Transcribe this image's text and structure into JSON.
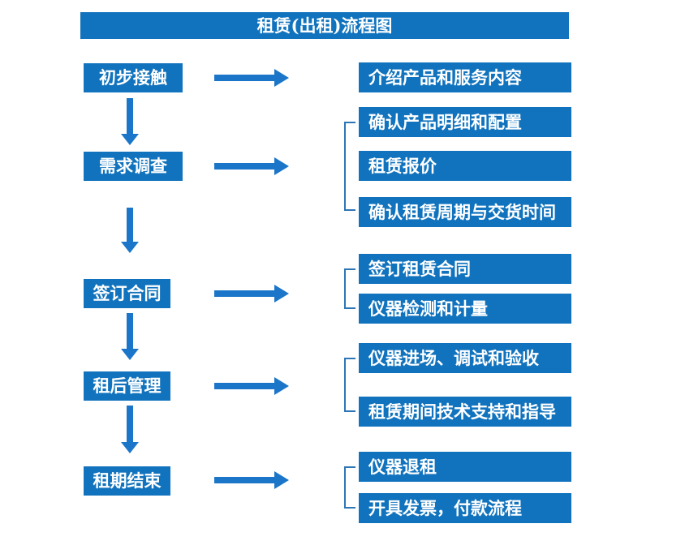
{
  "title": "租赁(出租)流程图",
  "flow": {
    "groups": [
      {
        "step": "初步接触",
        "items": [
          "介绍产品和服务内容"
        ]
      },
      {
        "step": "需求调查",
        "items": [
          "确认产品明细和配置",
          "租赁报价",
          "确认租赁周期与交货时间"
        ]
      },
      {
        "step": "签订合同",
        "items": [
          "签订租赁合同",
          "仪器检测和计量"
        ]
      },
      {
        "step": "租后管理",
        "items": [
          "仪器进场、调试和验收",
          "租赁期间技术支持和指导"
        ]
      },
      {
        "step": "租期结束",
        "items": [
          "仪器退租",
          "开具发票，付款流程"
        ]
      }
    ]
  },
  "colors": {
    "box_fill": "#1173BD",
    "arrow_fill": "#1B76C9",
    "bracket_line": "#2E75B6",
    "text": "#FFFFFF",
    "background": "#FFFFFF"
  }
}
